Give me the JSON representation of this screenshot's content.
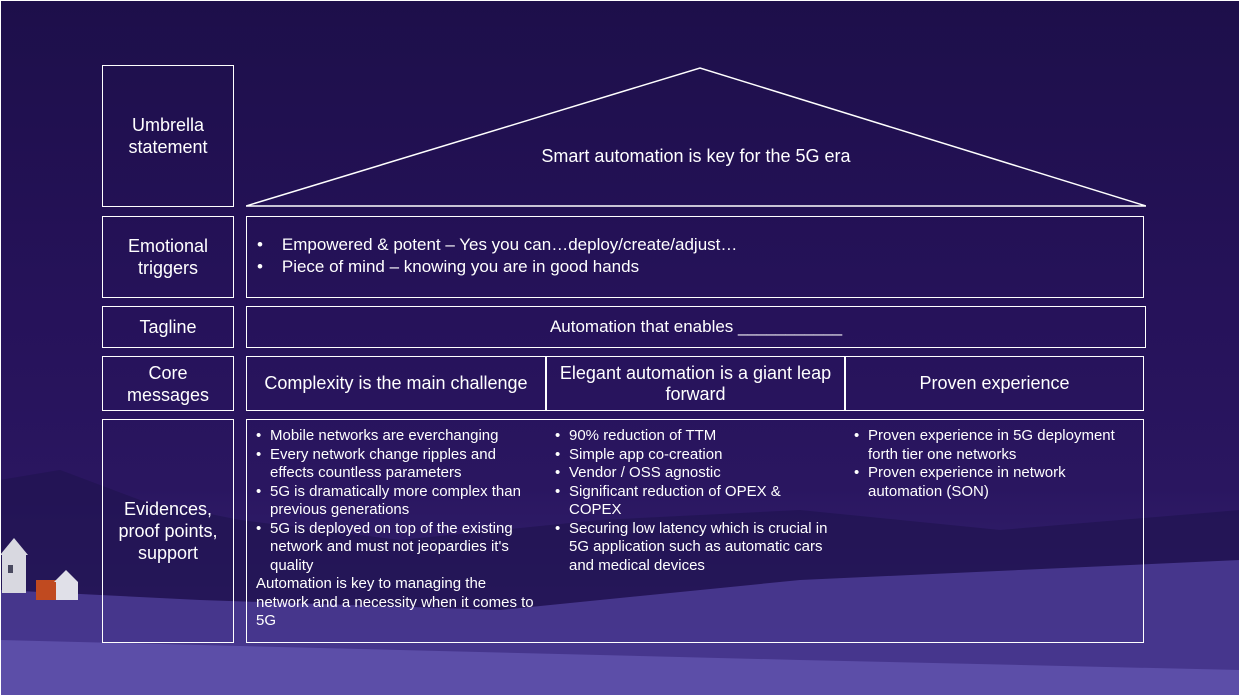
{
  "umbrella": {
    "label": "Umbrella statement",
    "text": "Smart automation is key for the 5G era"
  },
  "emotional": {
    "label": "Emotional triggers",
    "items": [
      {
        "bold": "Empowered & potent",
        "rest": " – Yes you can…deploy/create/adjust…"
      },
      {
        "bold": "Piece of mind",
        "rest": " – knowing you are in good hands"
      }
    ]
  },
  "tagline": {
    "label": "Tagline",
    "text": "Automation that enables ___________"
  },
  "core": {
    "label": "Core messages",
    "messages": [
      "Complexity is the main challenge",
      "Elegant automation is a giant leap forward",
      "Proven experience"
    ]
  },
  "evidence": {
    "label": "Evidences, proof points, support",
    "col1": [
      "Mobile networks are everchanging",
      "Every network change ripples and effects countless parameters",
      "5G is dramatically more complex than previous generations",
      "5G is deployed on top of the existing network and must not jeopardies it's quality"
    ],
    "col1_extra": "Automation is key to managing the network and a necessity when it comes to 5G",
    "col2": [
      "90% reduction of TTM",
      "Simple app co-creation",
      "Vendor / OSS agnostic",
      "Significant reduction of OPEX & COPEX",
      "Securing low latency which is crucial in 5G application such as automatic cars and medical devices"
    ],
    "col3": [
      "Proven experience in 5G deployment forth tier one networks",
      "Proven experience in network automation (SON)"
    ]
  },
  "colors": {
    "background_top": "#1d0f4a",
    "background_bottom": "#3a2a7a",
    "lines": "#ffffff"
  }
}
